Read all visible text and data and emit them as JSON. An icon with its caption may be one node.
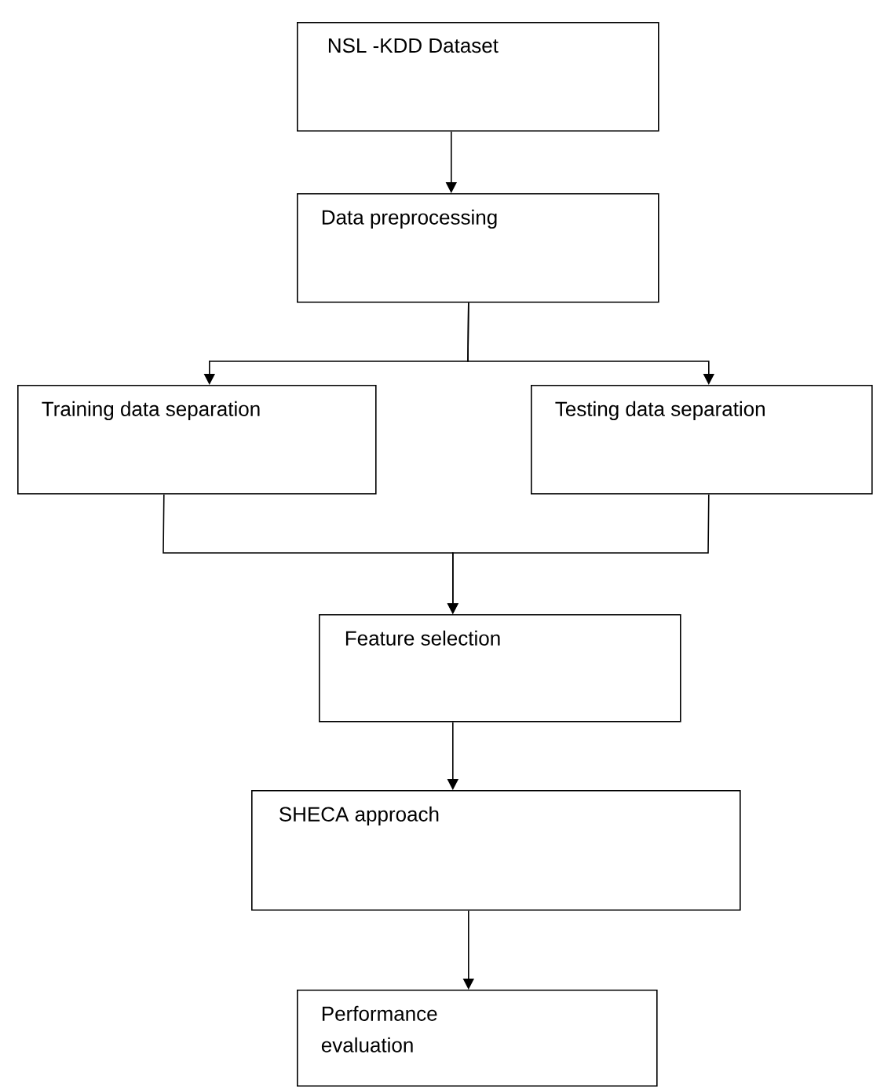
{
  "diagram": {
    "nodes": [
      {
        "text": [
          "NSL -KDD Dataset"
        ]
      },
      {
        "text": [
          "Data preprocessing"
        ]
      },
      {
        "text": [
          "Training data separation"
        ]
      },
      {
        "text": [
          "Testing data separation"
        ]
      },
      {
        "text": [
          "Feature selection"
        ]
      },
      {
        "text": [
          "SHECA approach"
        ]
      },
      {
        "text": [
          "Performance evaluation"
        ]
      }
    ],
    "edges": [
      {
        "from": 0,
        "to": 1,
        "arrow": "to"
      },
      {
        "from": 1,
        "to": 2,
        "arrow": "to"
      },
      {
        "from": 1,
        "to": 3,
        "arrow": "to"
      },
      {
        "from": 2,
        "to": 4,
        "arrow": "to"
      },
      {
        "from": 3,
        "to": 4,
        "arrow": "to"
      },
      {
        "from": 4,
        "to": 5,
        "arrow": "to"
      },
      {
        "from": 5,
        "to": 6,
        "arrow": "to"
      }
    ]
  }
}
